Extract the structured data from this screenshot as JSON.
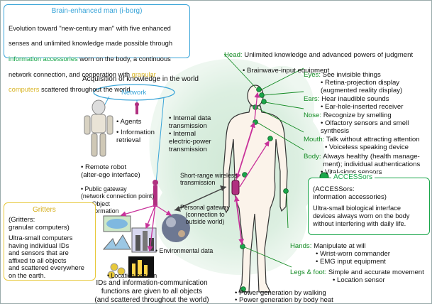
{
  "colors": {
    "accent_blue": "#39a4d8",
    "accent_green": "#1aa64a",
    "label_green": "#128a22",
    "arrow_pink": "#c8329a",
    "gold": "#e7c83a",
    "glow": "#d6eddc"
  },
  "iborg": {
    "title": "Brain-enhanced man (i-borg)",
    "line1": "Evolution toward \"new-century man\" with five enhanced",
    "line2": "senses and unlimited knowledge made possible through",
    "line3_link": "information accessories",
    "line3_rest": " worn on the body, a continuous",
    "line4_pre": "network connection, and cooperation with ",
    "line4_link": "granular",
    "line5_link": "computers",
    "line5_rest": " scattered throughout the world."
  },
  "acquisition": "Acquisition of knowledge in the world",
  "network": "Network",
  "agents": "• Agents",
  "info_retrieval": "• Information\n   retrieval",
  "remote_robot": "• Remote robot\n  (alter-ego interface)",
  "internal_data": "• Internal data\n   transmission",
  "internal_power": "• Internal\n   electric-power\n   transmission",
  "short_range": "Short-range wireless\ntransmission",
  "public_gateway": "• Public gateway\n (network connection point)",
  "object_info": "• Object\n  information",
  "personal_gateway": "Personal gateway\n(connection to\noutside world)",
  "environmental": "• Environmental data",
  "location_beacon": "• Location beacon",
  "ids_functions": "IDs and information-communication\nfunctions are given to all objects\n(and scattered throughout the world)",
  "gritters": {
    "title": "Gritters",
    "sub": "(Gritters:\ngranular computers)",
    "desc": "Ultra-small computers\nhaving individual IDs\nand sensors that are\naffixed to all objects\nand scattered everywhere\non the earth."
  },
  "body_labels": {
    "head": {
      "name": "Head:",
      "line1": "Unlimited knowledge and advanced powers of judgment",
      "line2": "• Brainwave-input equipment"
    },
    "eyes": {
      "name": "Eyes:",
      "line1": "See invisible things",
      "line2": "• Retina-projection display\n   (augmented reality display)"
    },
    "ears": {
      "name": "Ears:",
      "line1": "Hear inaudible sounds",
      "line2": "• Ear-hole-inserted receiver"
    },
    "nose": {
      "name": "Nose:",
      "line1": "Recognize by smelling",
      "line2": "• Olfactory sensors and smell\n   synthesis"
    },
    "mouth": {
      "name": "Mouth:",
      "line1": "Talk without attracting attention",
      "line2": "• Voiceless speaking device"
    },
    "body": {
      "name": "Body:",
      "line1": "Always healthy (health manage-\nment); individual authentications",
      "line2": "• Vital-signs sensors"
    },
    "hands": {
      "name": "Hands:",
      "line1": "Manipulate at will",
      "line2": "• Wrist-worn commander\n• EMG input equipment"
    },
    "legs": {
      "name": "Legs & foot:",
      "line1": "Simple and accurate movement",
      "line2": "• Location sensor"
    }
  },
  "accessors": {
    "title": "ACCESSors",
    "sub": "(ACCESSors:\ninformation accessories)",
    "desc": "Ultra-small biological interface\ndevices always worn on the body\nwithout interfering with daily life."
  },
  "power1": "• Power generation by walking",
  "power2": "• Power generation by body heat"
}
